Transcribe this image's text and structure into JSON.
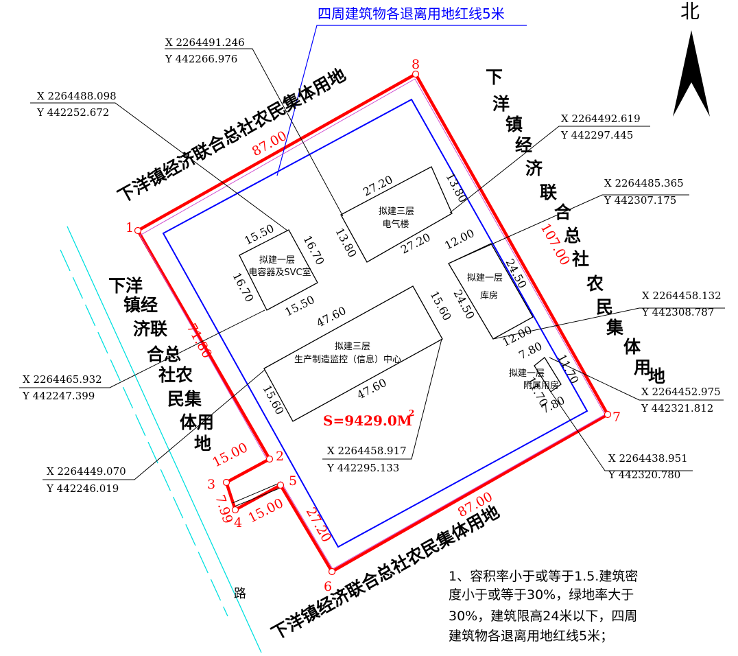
{
  "title_annotation": "四周建筑物各退离用地红线5米",
  "north_label": "北",
  "neighbor_label": "下洋镇经济联合总社农民集体用地",
  "neighbor_left_lines": [
    "下洋",
    "镇经",
    "济联",
    "合总",
    "社农",
    "民集",
    "体用",
    "地"
  ],
  "neighbor_right_chars": [
    "下",
    "洋",
    "镇",
    "经",
    "济",
    "联",
    "合",
    "总",
    "社",
    "农",
    "民",
    "集",
    "体",
    "用",
    "地"
  ],
  "road_label": "路",
  "area_label": "S=9429.0M",
  "area_sup": "2",
  "points": [
    "1",
    "2",
    "3",
    "4",
    "5",
    "6",
    "7",
    "8"
  ],
  "edge_dims": {
    "top": "87.00",
    "bottom": "87.00",
    "left": "71.80",
    "right": "107.00",
    "seg_2_3": "15.00",
    "seg_3_4": "7.99",
    "seg_4_5": "15.00",
    "seg_5_6": "27.20"
  },
  "buildings": {
    "electric": {
      "label1": "拟建三层",
      "label2": "电气楼",
      "d_top": "27.20",
      "d_bottom": "27.20",
      "d_left": "13.80",
      "d_right": "13.80"
    },
    "capacitor": {
      "label1": "拟建一层",
      "label2": "电容器及SVC室",
      "d_top": "15.50",
      "d_bottom": "15.50",
      "d_left": "16.70",
      "d_right": "16.70"
    },
    "warehouse": {
      "label1": "拟建一层",
      "label2": "库房",
      "d_top": "12.00",
      "d_bottom": "12.00",
      "d_left": "24.50",
      "d_right": "24.50"
    },
    "control": {
      "label1": "拟建三层",
      "label2": "生产制造监控（信息）中心",
      "d_top": "47.60",
      "d_bottom": "47.60",
      "d_left": "15.60",
      "d_right": "15.60"
    },
    "auxiliary": {
      "label1": "拟建一层",
      "label2": "附属用房",
      "d_top": "7.80",
      "d_bottom": "7.80",
      "d_left": "11.70",
      "d_right": "11.70"
    }
  },
  "coords": [
    {
      "x": "X 2264491.246",
      "y": "Y 442266.976"
    },
    {
      "x": "X 2264488.098",
      "y": "Y 442252.672"
    },
    {
      "x": "X 2264492.619",
      "y": "Y 442297.445"
    },
    {
      "x": "X 2264485.365",
      "y": "Y 442307.175"
    },
    {
      "x": "X 2264458.132",
      "y": "Y 442308.787"
    },
    {
      "x": "X 2264465.932",
      "y": "Y 442247.399"
    },
    {
      "x": "X 2264452.975",
      "y": "Y 442321.812"
    },
    {
      "x": "X 2264458.917",
      "y": "Y 442295.133"
    },
    {
      "x": "X 2264449.070",
      "y": "Y 442246.019"
    },
    {
      "x": "X 2264438.951",
      "y": "Y 442320.780"
    }
  ],
  "notes": [
    "1、容积率小于或等于1.5.建筑密",
    "度小于或等于30%，绿地率大于",
    "30%，建筑限高24米以下，四周",
    "建筑物各退离用地红线5米；"
  ],
  "colors": {
    "boundary": "#ff0000",
    "setback": "#0000ff",
    "road": "#00e5e5",
    "leader": "#000000",
    "point_label": "#ff0000"
  }
}
